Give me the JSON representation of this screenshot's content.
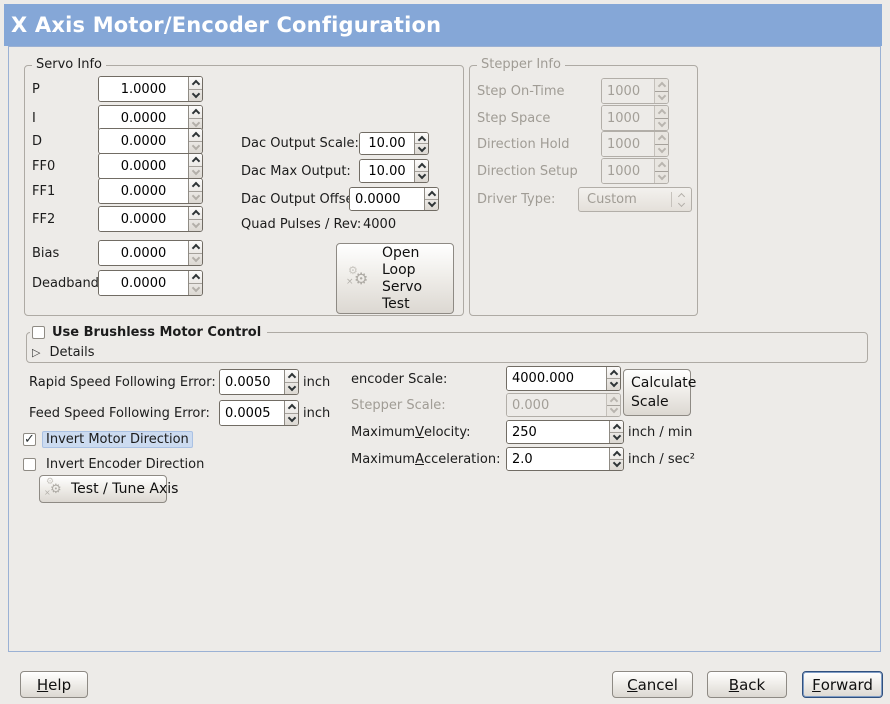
{
  "window": {
    "title": "X Axis Motor/Encoder Configuration"
  },
  "colors": {
    "titlebar_bg": "#85a7d7",
    "window_bg": "#edebe8",
    "content_border": "#9bb1d4",
    "focus_highlight_bg": "#ccdbf0",
    "focus_button_border": "#30507e"
  },
  "icons": {
    "expander_glyph": "▷",
    "checkmark_glyph": "✓",
    "gear_glyph": "⚙",
    "gear_x_glyph": "×"
  },
  "servo_info": {
    "title": "Servo Info",
    "rows": [
      {
        "label": "P",
        "value": "1.0000",
        "down_dim": false
      },
      {
        "label": "I",
        "value": "0.0000",
        "down_dim": true
      },
      {
        "label": "D",
        "value": "0.0000",
        "down_dim": true
      },
      {
        "label": "FF0",
        "value": "0.0000",
        "down_dim": true
      },
      {
        "label": "FF1",
        "value": "0.0000",
        "down_dim": true
      },
      {
        "label": "FF2",
        "value": "0.0000",
        "down_dim": true
      },
      {
        "label": "Bias",
        "value": "0.0000",
        "down_dim": true
      },
      {
        "label": "Deadband",
        "value": "0.0000",
        "down_dim": true
      }
    ]
  },
  "dac": {
    "output_scale_label": "Dac Output Scale:",
    "output_scale_value": "10.00",
    "max_output_label": "Dac Max Output:",
    "max_output_value": "10.00",
    "output_offset_label": "Dac Output Offset:",
    "output_offset_value": "0.0000",
    "quad_pulses_label": "Quad Pulses / Rev:",
    "quad_pulses_value": "4000",
    "open_loop_button_lines": [
      "Open",
      "Loop",
      "Servo",
      "Test"
    ]
  },
  "stepper_info": {
    "title": "Stepper Info",
    "rows": [
      {
        "label": "Step On-Time",
        "value": "1000"
      },
      {
        "label": "Step Space",
        "value": "1000"
      },
      {
        "label": "Direction Hold",
        "value": "1000"
      },
      {
        "label": "Direction Setup",
        "value": "1000"
      }
    ],
    "driver_type_label": "Driver Type:",
    "driver_type_value": "Custom"
  },
  "brushless": {
    "checkbox_label": "Use Brushless Motor Control",
    "checked": false,
    "details_label": "Details"
  },
  "following_error": {
    "rapid_label": "Rapid Speed Following Error:",
    "rapid_value": "0.0050",
    "rapid_unit": "inch",
    "feed_label": "Feed Speed Following Error:",
    "feed_value": "0.0005",
    "feed_unit": "inch"
  },
  "options": {
    "invert_motor_label": "Invert Motor Direction",
    "invert_motor_checked": true,
    "invert_encoder_label": "Invert Encoder Direction",
    "invert_encoder_checked": false,
    "test_tune_label": "Test / Tune Axis"
  },
  "scales": {
    "encoder_scale_label": "encoder Scale:",
    "encoder_scale_value": "4000.000",
    "calculate_button_lines": [
      "Calculate",
      "Scale"
    ],
    "stepper_scale_label": "Stepper Scale:",
    "stepper_scale_value": "0.000",
    "max_velocity_label": {
      "pre": "Maximum ",
      "accel": "V",
      "post": "elocity:"
    },
    "max_velocity_value": "250",
    "max_velocity_unit": "inch / min",
    "max_accel_label": {
      "pre": "Maximum ",
      "accel": "A",
      "post": "cceleration:"
    },
    "max_accel_value": "2.0",
    "max_accel_unit": "inch / sec²"
  },
  "footer": {
    "help": {
      "pre": "",
      "accel": "H",
      "post": "elp"
    },
    "cancel": {
      "pre": "",
      "accel": "C",
      "post": "ancel"
    },
    "back": {
      "pre": "",
      "accel": "B",
      "post": "ack"
    },
    "forward": {
      "pre": "",
      "accel": "F",
      "post": "orward"
    }
  }
}
